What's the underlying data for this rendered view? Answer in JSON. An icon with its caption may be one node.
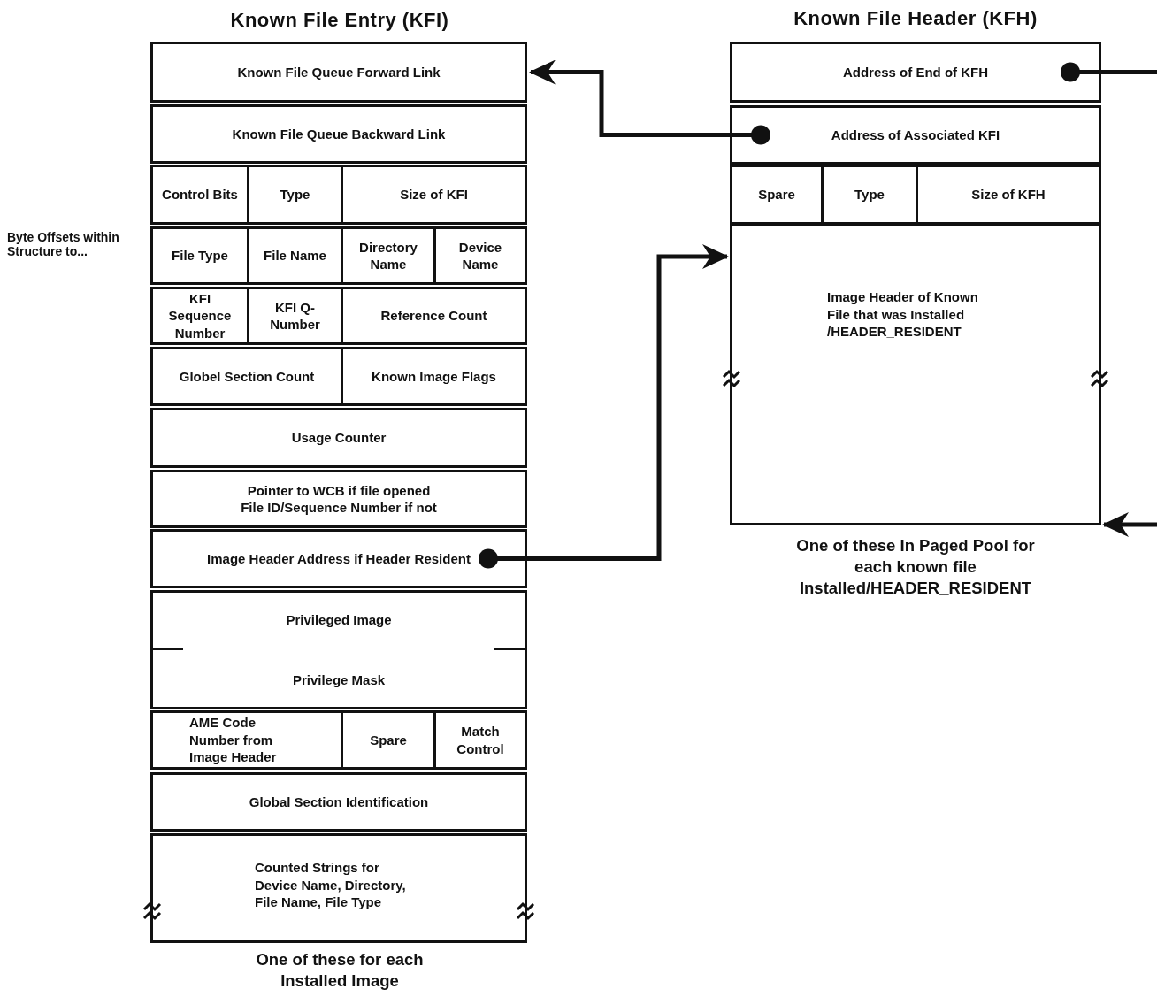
{
  "diagram": {
    "nodes": [
      {
        "text": [
          "Known File Entry (KFI)"
        ],
        "beside": [
          "One of these for each Installed Image"
        ]
      },
      {
        "text": [
          "Known File Queue Forward Link"
        ],
        "in": 0
      },
      {
        "text": [
          "Known File Queue Backward Link"
        ],
        "in": 0
      },
      {
        "text": [
          "Control Bits"
        ],
        "in": 0
      },
      {
        "text": [
          "Type"
        ],
        "in": 0
      },
      {
        "text": [
          "Size of KFI"
        ],
        "in": 0
      },
      {
        "text": [
          "File Type"
        ],
        "in": 0
      },
      {
        "text": [
          "File Name"
        ],
        "in": 0
      },
      {
        "text": [
          "Directory Name"
        ],
        "in": 0
      },
      {
        "text": [
          "Device Name"
        ],
        "in": 0
      },
      {
        "text": [
          "KFI Sequence Number"
        ],
        "in": 0
      },
      {
        "text": [
          "KFI Q-Number"
        ],
        "in": 0
      },
      {
        "text": [
          "Reference Count"
        ],
        "in": 0
      },
      {
        "text": [
          "Globel Section Count"
        ],
        "in": 0
      },
      {
        "text": [
          "Known Image Flags"
        ],
        "in": 0
      },
      {
        "text": [
          "Usage Counter"
        ],
        "in": 0
      },
      {
        "text": [
          "Pointer to WCB if file opened",
          "File ID/Sequence Number if not"
        ],
        "in": 0
      },
      {
        "text": [
          "Image Header Address if Header Resident"
        ],
        "in": 0
      },
      {
        "text": [
          "Privileged Image",
          "Privilege Mask"
        ],
        "in": 0
      },
      {
        "text": [
          "AME Code Number from Image Header"
        ],
        "in": 0
      },
      {
        "text": [
          "Spare"
        ],
        "in": 0
      },
      {
        "text": [
          "Match Control"
        ],
        "in": 0
      },
      {
        "text": [
          "Global Section Identification"
        ],
        "in": 0
      },
      {
        "text": [
          "Counted Strings for Device Name, Directory, File Name, File Type"
        ],
        "in": 0
      },
      {
        "text": [
          "Known File Header (KFH)"
        ],
        "beside": [
          "One of these In Paged Pool for each known file Installed/HEADER_RESIDENT"
        ]
      },
      {
        "text": [
          "Address of End of KFH"
        ],
        "in": 24
      },
      {
        "text": [
          "Address of Associated KFI"
        ],
        "in": 24
      },
      {
        "text": [
          "Spare"
        ],
        "in": 24
      },
      {
        "text": [
          "Type"
        ],
        "in": 24
      },
      {
        "text": [
          "Size of KFH"
        ],
        "in": 24
      },
      {
        "text": [
          "Image Header of Known File that was Installed /HEADER_RESIDENT"
        ],
        "in": 24
      }
    ],
    "edges": [
      {
        "from": 26,
        "to": 1,
        "arrow": "to"
      },
      {
        "from": 17,
        "to": 30,
        "arrow": "to"
      },
      {
        "from": 25,
        "to": null,
        "arrow": "other"
      },
      {
        "from": null,
        "to": 30,
        "arrow": "to"
      }
    ],
    "labels": [
      "Byte Offsets within Structure to..."
    ]
  }
}
